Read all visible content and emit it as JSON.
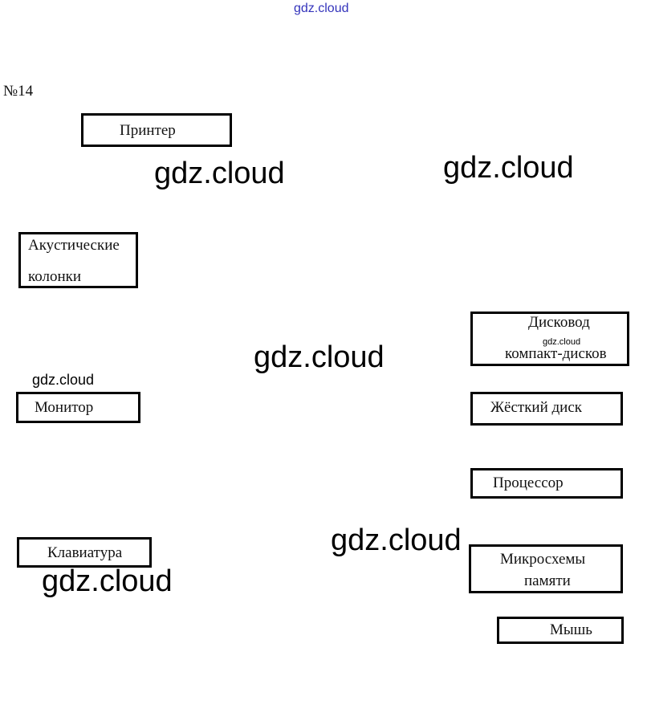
{
  "header": {
    "site_watermark": "gdz.cloud"
  },
  "task_number": "№14",
  "watermark_text": "gdz.cloud",
  "boxes": {
    "printer": "Принтер",
    "speakers_line1": "Акустические",
    "speakers_line2": "колонки",
    "monitor": "Монитор",
    "keyboard": "Клавиатура",
    "cd_drive_line1": "Дисковод",
    "cd_drive_line2": "компакт-дисков",
    "hard_disk": "Жёсткий диск",
    "processor": "Процессор",
    "memory_line1": "Микросхемы",
    "memory_line2": "памяти",
    "mouse": "Мышь"
  }
}
